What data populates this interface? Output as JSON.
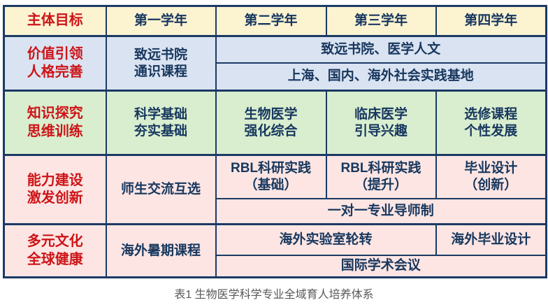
{
  "colors": {
    "border_navy": "#1B3A64",
    "cell_text_navy": "#17375E",
    "goal_text_red": "#CD1418",
    "header_bg": "#FCF3D1",
    "values_band_bg": "#DAE3F1",
    "knowledge_band_bg": "#D9EECF",
    "ability_band_bg": "#FCE5E3",
    "culture_band_bg": "#FCE5E3",
    "caption_text": "#595959"
  },
  "header": {
    "goal": "主体目标",
    "year1": "第一学年",
    "year2": "第二学年",
    "year3": "第三学年",
    "year4": "第四学年"
  },
  "values_band": {
    "goal": "价值引领\n人格完善",
    "year1": "致远书院\n通识课程",
    "row1_span": "致远书院、医学人文",
    "row2_span": "上海、国内、海外社会实践基地"
  },
  "knowledge_band": {
    "goal": "知识探究\n思维训练",
    "year1": "科学基础\n夯实基础",
    "year2": "生物医学\n强化综合",
    "year3": "临床医学\n引导兴趣",
    "year4": "选修课程\n个性发展"
  },
  "ability_band": {
    "goal": "能力建设\n激发创新",
    "year1": "师生交流互选",
    "year2": "RBL科研实践\n（基础）",
    "year3": "RBL科研实践\n（提升）",
    "year4": "毕业设计\n（创新）",
    "row2_span": "一对一专业导师制"
  },
  "culture_band": {
    "goal": "多元文化\n全球健康",
    "year1": "海外暑期课程",
    "year23_span": "海外实验室轮转",
    "year4": "海外毕业设计",
    "row2_span": "国际学术会议"
  },
  "caption": "表1 生物医学科学专业全域育人培养体系"
}
